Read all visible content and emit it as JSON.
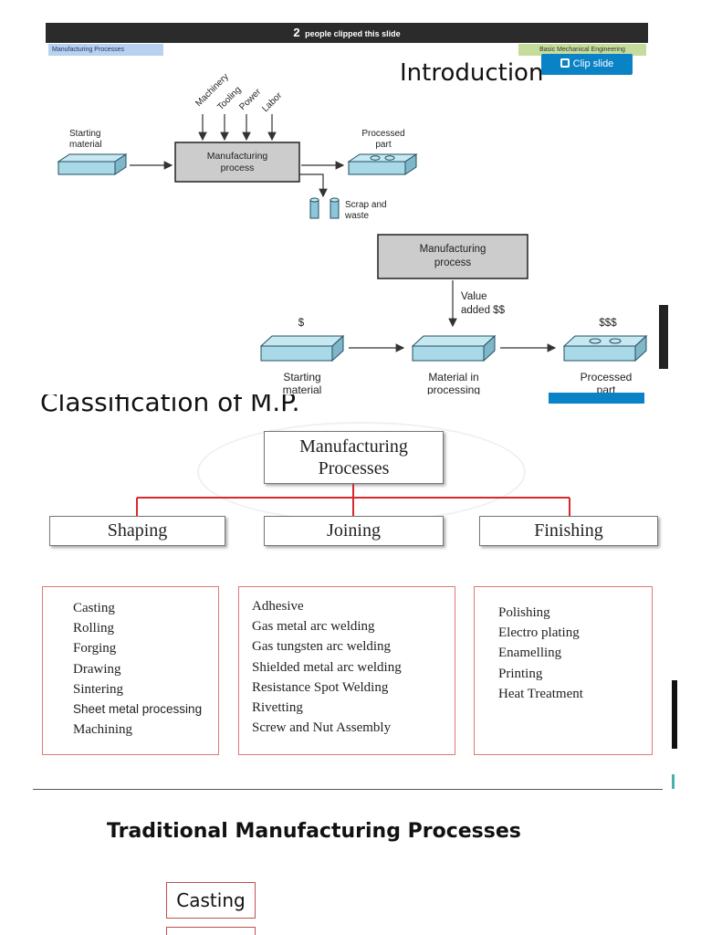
{
  "slide1": {
    "clipped_count": "2",
    "clipped_text": "people clipped this slide",
    "tag_left": "Manufacturing Processes",
    "tag_right": "Basic Mechanical Engineering",
    "title": "Introduction",
    "clip_button": "Clip slide",
    "top_diagram": {
      "inputs": [
        "Machinery",
        "Tooling",
        "Power",
        "Labor"
      ],
      "starting_material": [
        "Starting",
        "material"
      ],
      "process": [
        "Manufacturing",
        "process"
      ],
      "processed_part": [
        "Processed",
        "part"
      ],
      "scrap": [
        "Scrap and",
        "waste"
      ]
    },
    "bottom_diagram": {
      "process": [
        "Manufacturing",
        "process"
      ],
      "value_added": [
        "Value",
        "added $$"
      ],
      "price_start": "$",
      "price_end": "$$$",
      "starting_material": [
        "Starting",
        "material"
      ],
      "in_process": [
        "Material in",
        "processing"
      ],
      "processed_part": [
        "Processed",
        "part"
      ]
    }
  },
  "slide2": {
    "title": "Classification of M.P.",
    "root": [
      "Manufacturing",
      "Processes"
    ],
    "categories": [
      {
        "label": "Shaping",
        "items": [
          "Casting",
          "Rolling",
          "Forging",
          "Drawing",
          "Sintering",
          "Sheet metal processing",
          "Machining"
        ]
      },
      {
        "label": "Joining",
        "items": [
          "Adhesive",
          "Gas metal arc welding",
          "Gas tungsten arc welding",
          "Shielded metal arc welding",
          "Resistance Spot Welding",
          "Rivetting",
          "Screw and Nut Assembly"
        ]
      },
      {
        "label": "Finishing",
        "items": [
          "Polishing",
          "Electro plating",
          "Enamelling",
          "Printing",
          "Heat Treatment"
        ]
      }
    ]
  },
  "slide3": {
    "title": "Traditional Manufacturing Processes",
    "first_box": "Casting"
  },
  "colors": {
    "block_fill": "#a9d8e6",
    "block_stroke": "#1f4f62",
    "process_fill": "#cccccc",
    "tree_line": "#d8282e",
    "list_border": "#e07878",
    "clip_blue": "#0a82c6"
  }
}
